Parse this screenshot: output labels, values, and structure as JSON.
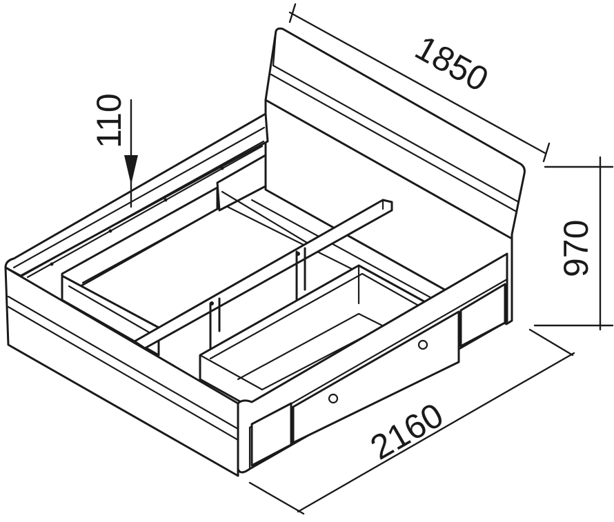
{
  "dimensions": {
    "headboard_width": "1850",
    "headboard_height": "970",
    "bed_length": "2160",
    "frame_height": "110"
  },
  "colors": {
    "line": "#1a1a1a",
    "background": "#ffffff"
  }
}
